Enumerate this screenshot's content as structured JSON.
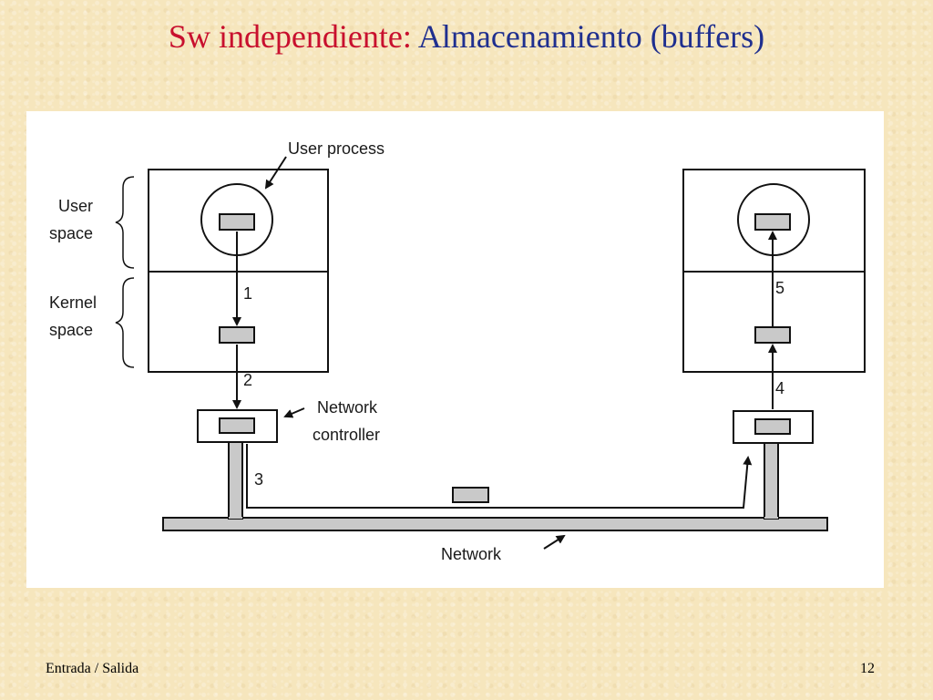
{
  "slide": {
    "title_part1": "Sw independiente:",
    "title_part2": "Almacenamiento (buffers)",
    "footer_left": "Entrada / Salida",
    "page_number": "12"
  },
  "diagram": {
    "user_process": "User process",
    "user_space_line1": "User",
    "user_space_line2": "space",
    "kernel_space_line1": "Kernel",
    "kernel_space_line2": "space",
    "network_controller_line1": "Network",
    "network_controller_line2": "controller",
    "network": "Network",
    "steps": [
      "1",
      "2",
      "3",
      "4",
      "5"
    ]
  }
}
